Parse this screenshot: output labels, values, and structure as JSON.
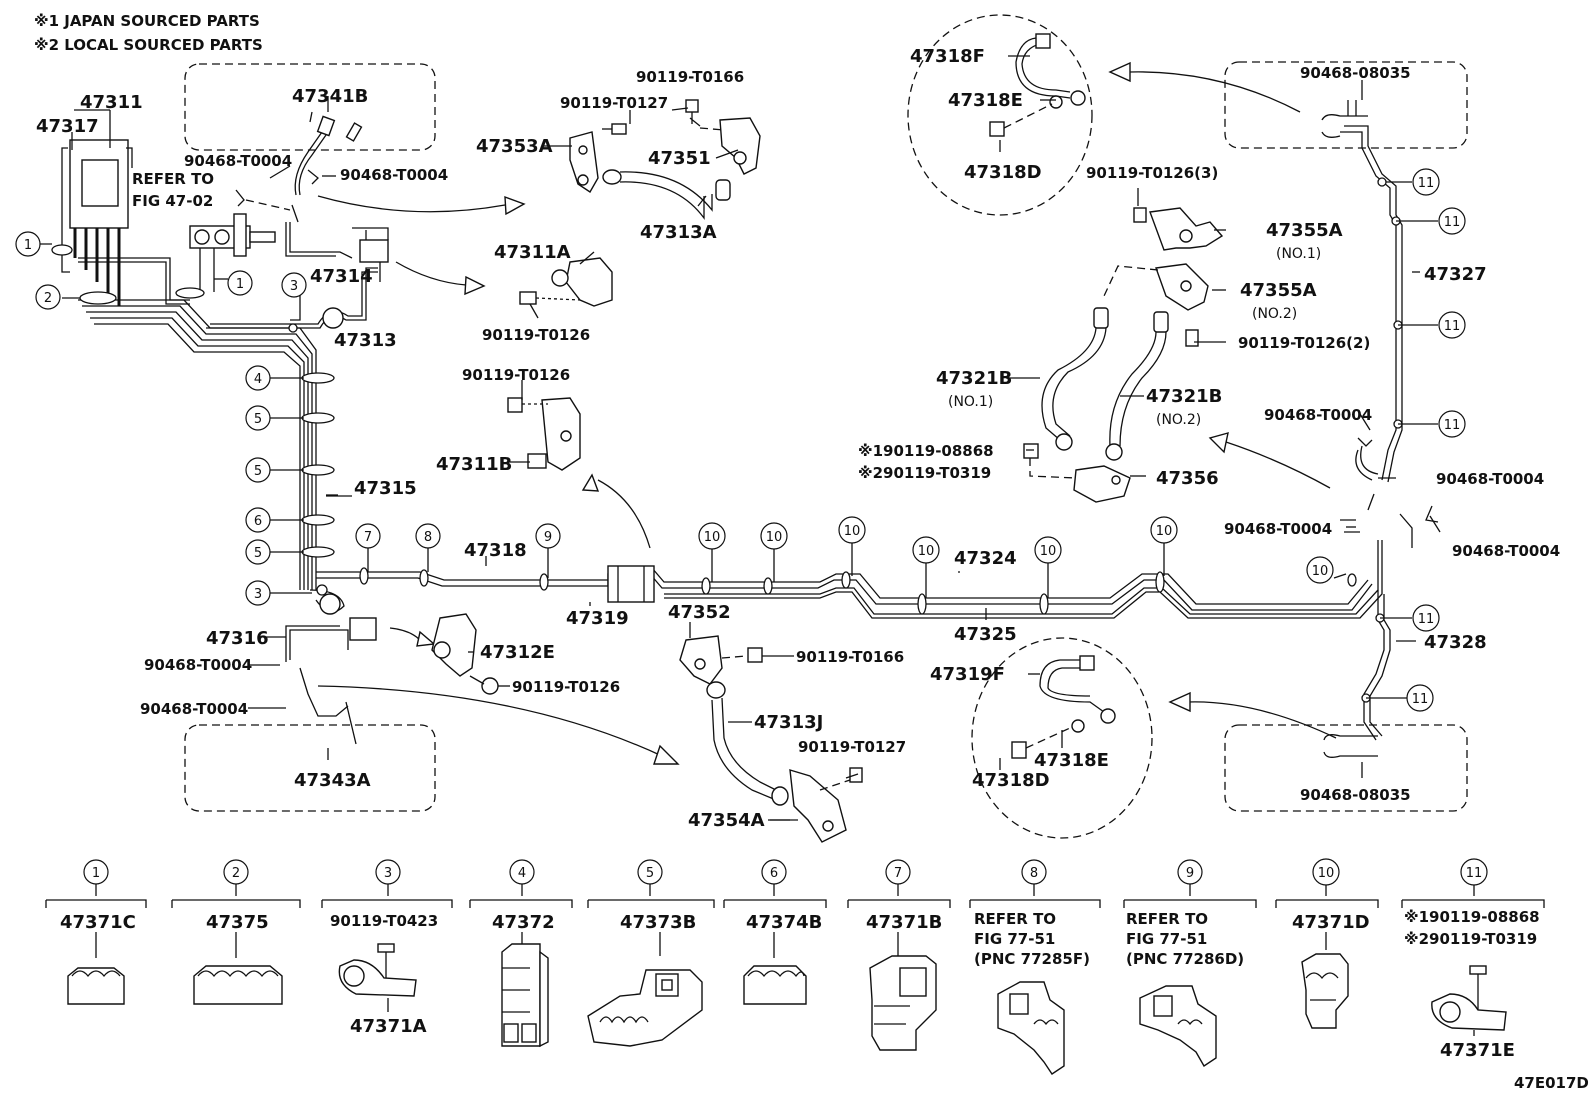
{
  "notes": [
    "※1 JAPAN SOURCED PARTS",
    "※2 LOCAL SOURCED PARTS"
  ],
  "figure_code": "47E017D",
  "labels": {
    "p47311": "47311",
    "p47317": "47317",
    "p47341B": "47341B",
    "p90468T0004_a": "90468-T0004",
    "p90468T0004_b": "90468-T0004",
    "refer_line1": "REFER TO",
    "refer_line2": "FIG 47-02",
    "p47314": "47314",
    "p47313": "47313",
    "p90119T0166_a": "90119-T0166",
    "p90119T0127_a": "90119-T0127",
    "p47353A": "47353A",
    "p47351": "47351",
    "p47313A": "47313A",
    "p47311A": "47311A",
    "p90119T0126_a": "90119-T0126",
    "p90119T0126_b": "90119-T0126",
    "p47311B": "47311B",
    "p47315": "47315",
    "p47318": "47318",
    "p47319": "47319",
    "p47316": "47316",
    "p90468T0004_c": "90468-T0004",
    "p90468T0004_d": "90468-T0004",
    "p47343A": "47343A",
    "p47312E": "47312E",
    "p90119T0126_c": "90119-T0126",
    "p47352": "47352",
    "p90119T0166_b": "90119-T0166",
    "p47313J": "47313J",
    "p90119T0127_b": "90119-T0127",
    "p47354A": "47354A",
    "p47324": "47324",
    "p47325": "47325",
    "p47318F": "47318F",
    "p47318E_a": "47318E",
    "p47318D_a": "47318D",
    "p90468_08035_a": "90468-08035",
    "p90119T0126_3": "90119-T0126(3)",
    "p47355A_1": "47355A",
    "no1_a": "(NO.1)",
    "p47355A_2": "47355A",
    "no2_a": "(NO.2)",
    "p90119T0126_2": "90119-T0126(2)",
    "p47327": "47327",
    "p47321B_1": "47321B",
    "no1_b": "(NO.1)",
    "p47321B_2": "47321B",
    "no2_b": "(NO.2)",
    "p90119_08868_a": "※190119-08868",
    "p90119T0319_a": "※290119-T0319",
    "p47356": "47356",
    "p90468T0004_e": "90468-T0004",
    "p90468T0004_f": "90468-T0004",
    "p90468T0004_g": "90468-T0004",
    "p90468T0004_h": "90468-T0004",
    "p47328": "47328",
    "p47319F": "47319F",
    "p47318E_b": "47318E",
    "p47318D_b": "47318D",
    "p90468_08035_b": "90468-08035"
  },
  "callout_numbers": [
    "1",
    "2",
    "3",
    "4",
    "5",
    "6",
    "7",
    "8",
    "9",
    "10",
    "11"
  ],
  "legend": [
    {
      "num": "1",
      "part": "47371C"
    },
    {
      "num": "2",
      "part": "47375"
    },
    {
      "num": "3",
      "part": "47371A",
      "sub": "90119-T0423"
    },
    {
      "num": "4",
      "part": "47372"
    },
    {
      "num": "5",
      "part": "47373B"
    },
    {
      "num": "6",
      "part": "47374B"
    },
    {
      "num": "7",
      "part": "47371B"
    },
    {
      "num": "8",
      "ref": [
        "REFER TO",
        "FIG 77-51",
        "(PNC 77285F)"
      ]
    },
    {
      "num": "9",
      "ref": [
        "REFER TO",
        "FIG 77-51",
        "(PNC 77286D)"
      ]
    },
    {
      "num": "10",
      "part": "47371D"
    },
    {
      "num": "11",
      "part": "47371E",
      "sub1": "※190119-08868",
      "sub2": "※290119-T0319"
    }
  ]
}
